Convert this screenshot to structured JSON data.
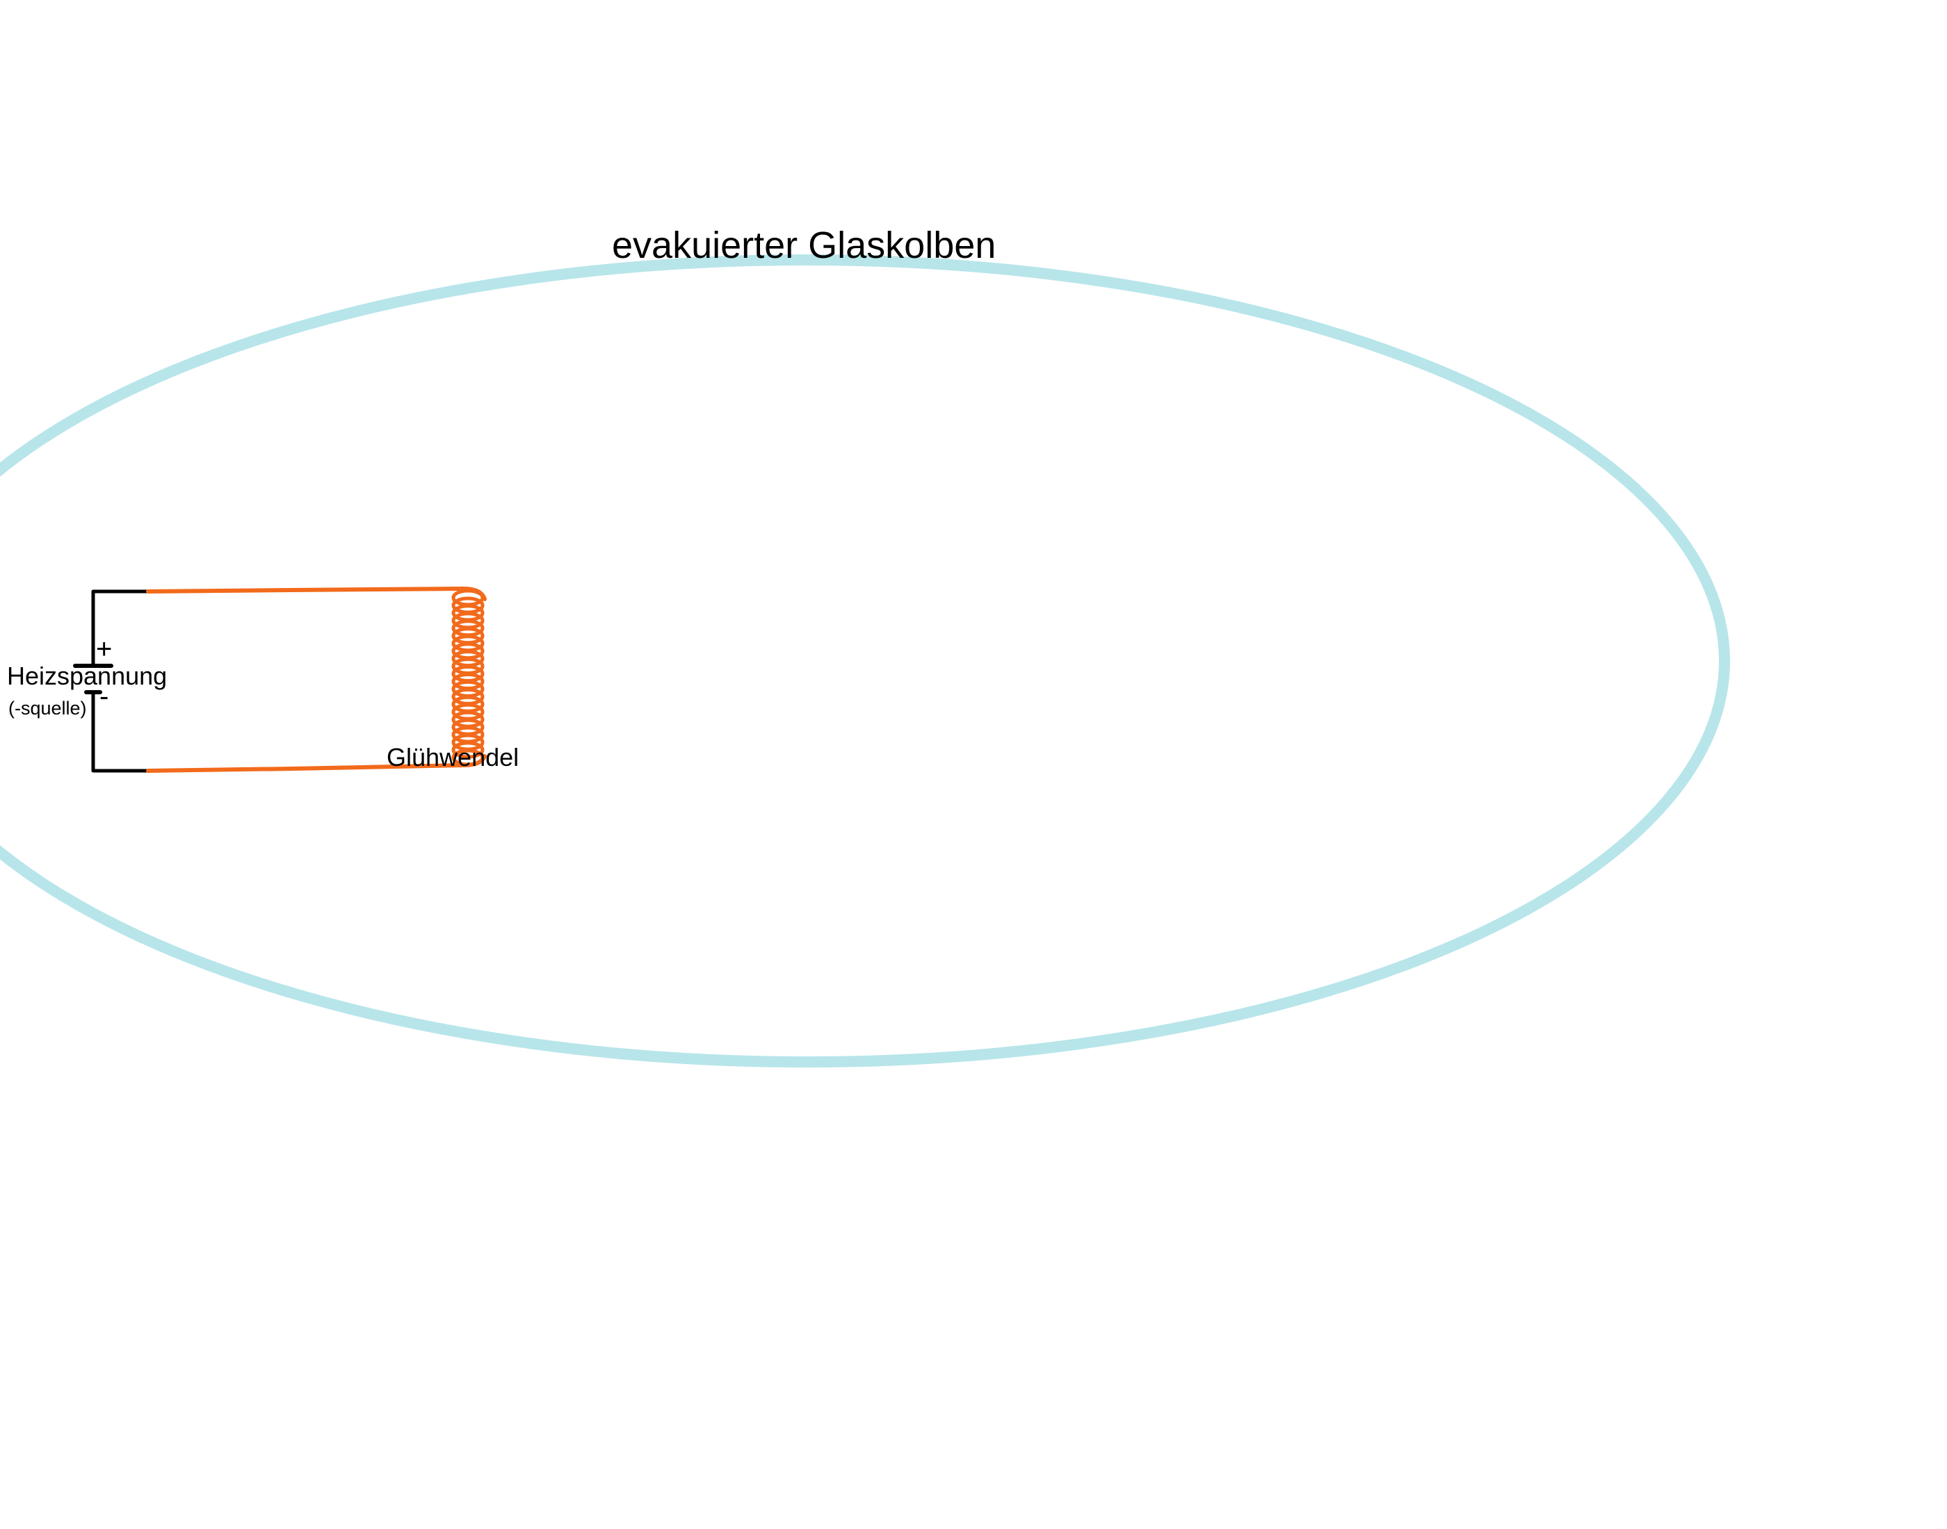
{
  "labels": {
    "bulb": "evakuierter Glaskolben",
    "source": "Heizspannung",
    "source_sub": "(-squelle)",
    "plus": "+",
    "minus": "-",
    "filament": "Glühwendel"
  },
  "colors": {
    "glass": "#b7e5ea",
    "wire": "#f26a1b",
    "terminal": "#000000",
    "background": "#ffffff"
  }
}
